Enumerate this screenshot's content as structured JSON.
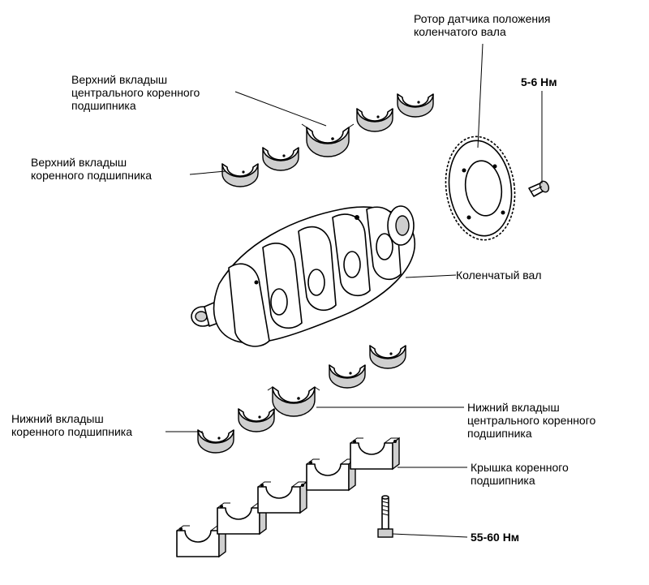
{
  "labels": {
    "rotor": [
      "Ротор датчика положения",
      "коленчатого вала"
    ],
    "rotor_torque": "5-6 Нм",
    "upper_center": [
      "Верхний вкладыш",
      "центрального коренного",
      "подшипника"
    ],
    "upper_main": [
      "Верхний вкладыш",
      "коренного подшипника"
    ],
    "crankshaft": "Коленчатый вал",
    "lower_main": [
      "Нижний вкладыш",
      "коренного подшипника"
    ],
    "lower_center": [
      "Нижний вкладыш",
      "центрального коренного",
      "подшипника"
    ],
    "cap": [
      "Крышка коренного",
      "подшипника"
    ],
    "cap_torque": "55-60 Нм"
  }
}
